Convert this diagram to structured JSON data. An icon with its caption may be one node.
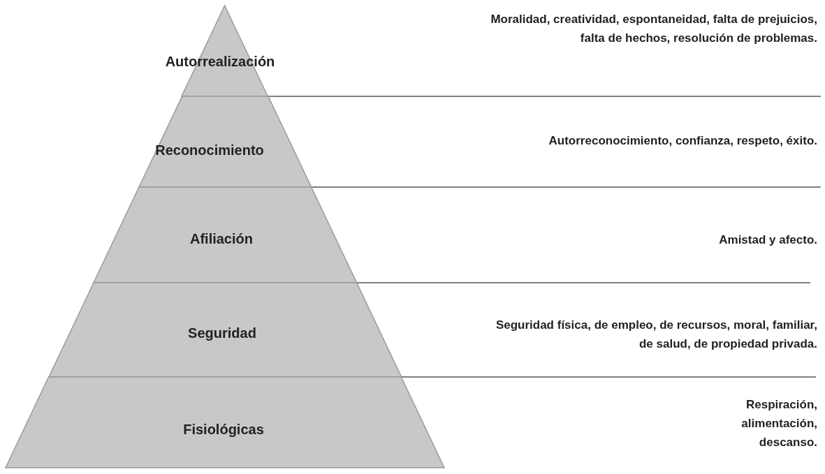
{
  "diagram": {
    "nodes": [
      {
        "text": [
          "Autorrealización"
        ]
      },
      {
        "text": [
          "Reconocimiento"
        ]
      },
      {
        "text": [
          "Afiliación"
        ]
      },
      {
        "text": [
          "Seguridad"
        ]
      },
      {
        "text": [
          "Fisiológicas"
        ]
      }
    ],
    "labels": [
      "Moralidad, creatividad, espontaneidad, falta de prejuicios, falta de hechos, resolución de problemas.",
      "Autorreconocimiento, confianza, respeto, éxito.",
      "Amistad y afecto.",
      "Seguridad física, de empleo, de recursos, moral, familiar, de salud, de propiedad privada.",
      "Respiración, alimentación, descanso."
    ]
  }
}
